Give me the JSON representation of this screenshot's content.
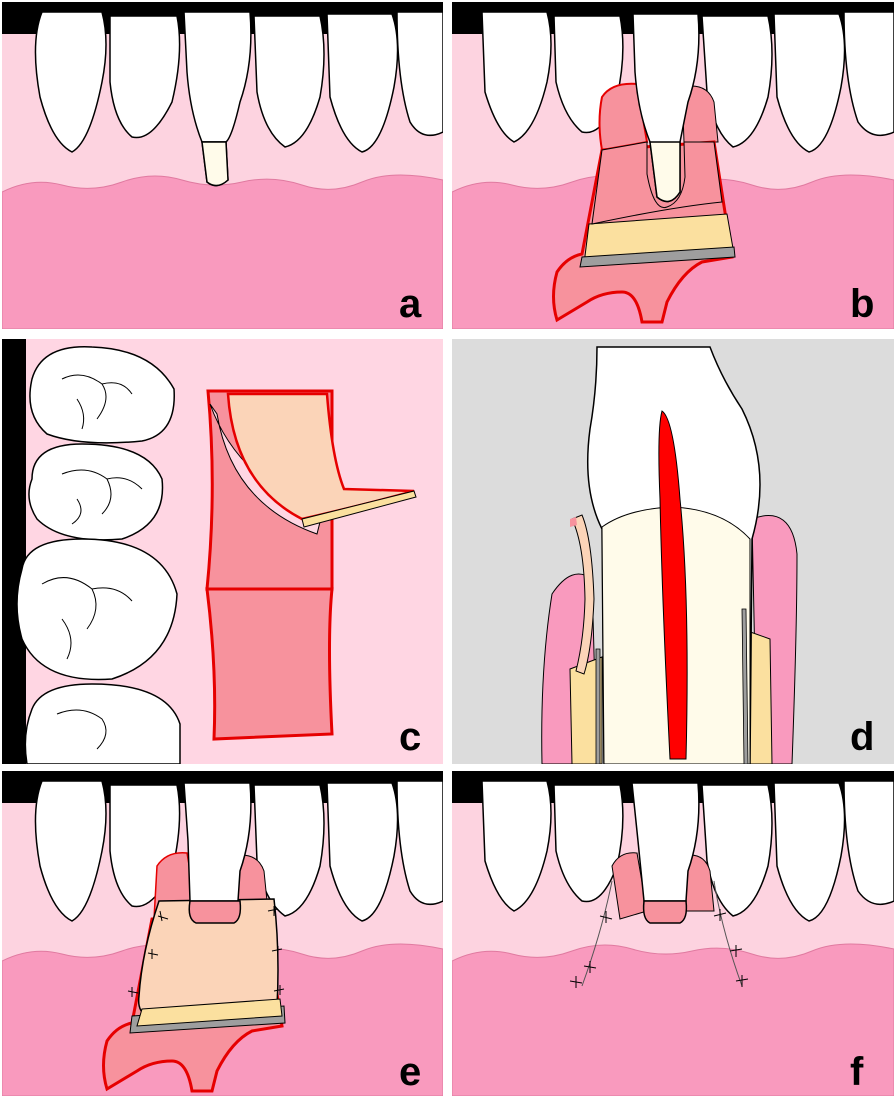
{
  "panels": [
    {
      "label": "a"
    },
    {
      "label": "b"
    },
    {
      "label": "c"
    },
    {
      "label": "d"
    },
    {
      "label": "e"
    },
    {
      "label": "f"
    }
  ],
  "colors": {
    "gingiva_light": "#fdd3e0",
    "mucosa_pink": "#f99abe",
    "flap_pink": "#f7929d",
    "flap_edge_red": "#e60000",
    "graft_peach": "#fbd4b8",
    "bone_yellow": "#fbe09f",
    "membrane_gray": "#9e9e9e",
    "root_cream": "#fffbea",
    "pulp_red": "#ff0000",
    "background_gray": "#dcdcdc",
    "palate_pink": "#ffd6e3",
    "outline_black": "#000000"
  }
}
